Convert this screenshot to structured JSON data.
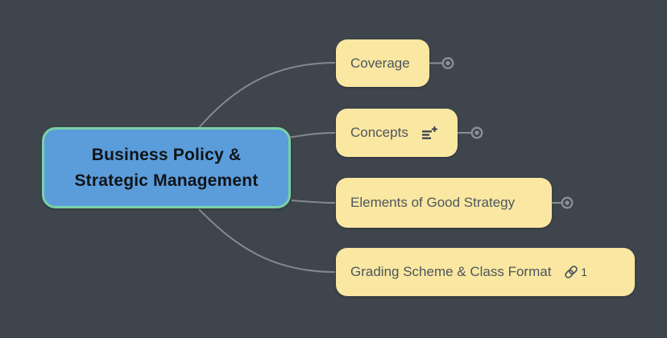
{
  "app": {
    "type": "mind-map-canvas",
    "background_color": "#3f454d"
  },
  "root_node": {
    "line1": "Business Policy &",
    "line2": "Strategic Management",
    "fill_color": "#5b9ddb",
    "border_color": "#7ad1a5",
    "text_color": "#101418"
  },
  "children": [
    {
      "label": "Coverage",
      "has_expander": true,
      "icons": []
    },
    {
      "label": "Concepts",
      "has_expander": true,
      "icons": [
        "notes-plus-icon"
      ]
    },
    {
      "label": "Elements of Good Strategy",
      "has_expander": true,
      "icons": []
    },
    {
      "label": "Grading Scheme & Class Format",
      "has_expander": false,
      "icons": [
        "link-icon"
      ],
      "link_badge": {
        "count": "1"
      }
    }
  ],
  "styles": {
    "child_fill_color": "#fae7a1",
    "child_text_color": "#4d565e",
    "connector_color": "#85898e",
    "expander_color": "#8b9096"
  }
}
